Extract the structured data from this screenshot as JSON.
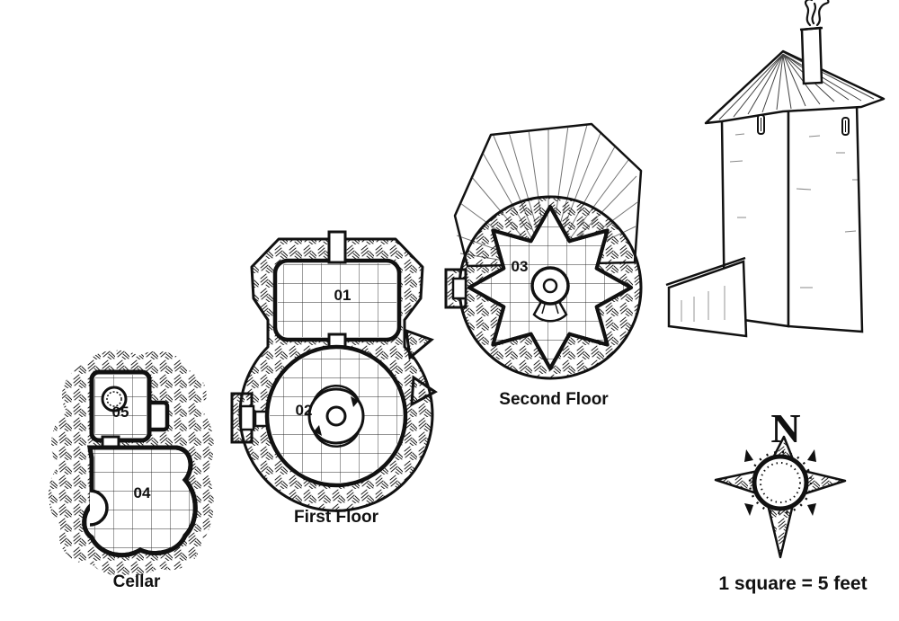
{
  "map": {
    "captions": {
      "cellar": "Cellar",
      "first_floor": "First Floor",
      "second_floor": "Second Floor"
    },
    "rooms": {
      "r01": "01",
      "r02": "02",
      "r03": "03",
      "r04": "04",
      "r05": "05"
    },
    "compass": {
      "north": "N"
    },
    "scale_note": "1 square = 5 feet",
    "style": {
      "ink": "#1a1a1a",
      "paper": "#ffffff"
    }
  }
}
